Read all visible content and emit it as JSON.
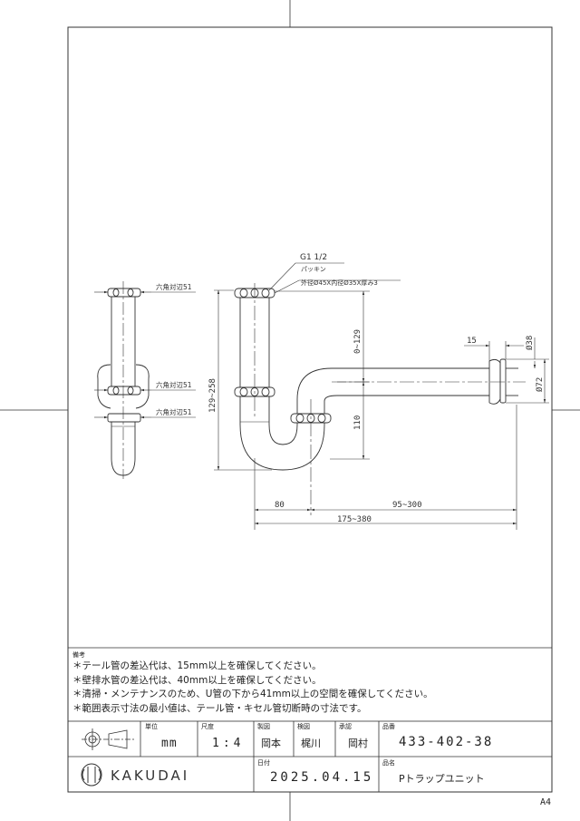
{
  "drawing": {
    "left_view": {
      "hex_labels": [
        "六角対辺51",
        "六角対辺51",
        "六角対辺51"
      ]
    },
    "front_view": {
      "thread_label": "G1 1/2",
      "packing_label": "パッキン",
      "packing_spec": "外径Ø45X内径Ø35X厚み3",
      "dim_total_height": "129~258",
      "dim_upper": "0~129",
      "dim_lower": "110",
      "dim_width_80": "80",
      "dim_width_95_300": "95~300",
      "dim_width_175_380": "175~380",
      "dim_flange_15": "15",
      "dim_dia_38": "Ø38",
      "dim_dia_72": "Ø72"
    }
  },
  "notes": {
    "header": "備考",
    "lines": [
      "＊テール管の差込代は、15mm以上を確保してください。",
      "＊壁排水管の差込代は、40mm以上を確保してください。",
      "＊清掃・メンテナンスのため、U管の下から41mm以上の空間を確保してください。",
      "＊範囲表示寸法の最小値は、テール管・キセル管切断時の寸法です。"
    ]
  },
  "title_block": {
    "unit_label": "単位",
    "unit_value": "mm",
    "scale_label": "尺度",
    "scale_value": "1:4",
    "drawn_label": "製図",
    "drawn_value": "岡本",
    "checked_label": "検図",
    "checked_value": "梶川",
    "approved_label": "承認",
    "approved_value": "岡村",
    "part_no_label": "品番",
    "part_no_value": "433-402-38",
    "date_label": "日付",
    "date_value": "2025.04.15",
    "name_label": "品名",
    "name_value": "Pトラップユニット",
    "brand": "KAKUDAI",
    "paper_size": "A4"
  }
}
